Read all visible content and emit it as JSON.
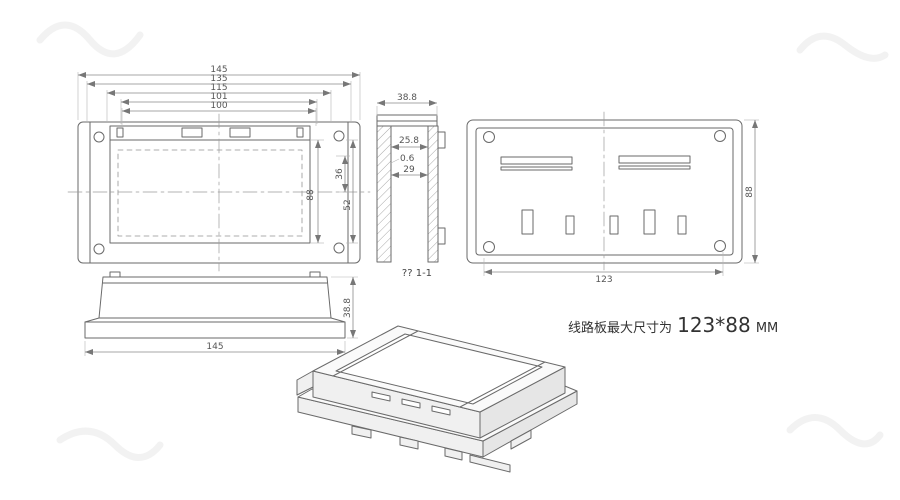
{
  "front": {
    "w1": "145",
    "w2": "135",
    "w3": "115",
    "w4": "101",
    "w5": "100",
    "h": "88",
    "v36": "36",
    "v52": "52"
  },
  "section": {
    "w": "38.8",
    "a": "25.8",
    "b": "0.6",
    "c": "29",
    "label": "?? 1-1"
  },
  "back": {
    "h": "88",
    "w": "123"
  },
  "side": {
    "h": "38.8",
    "w": "145"
  },
  "note": {
    "prefix": "线路板最大尺寸为",
    "size": "123*88",
    "unit": "MM"
  }
}
